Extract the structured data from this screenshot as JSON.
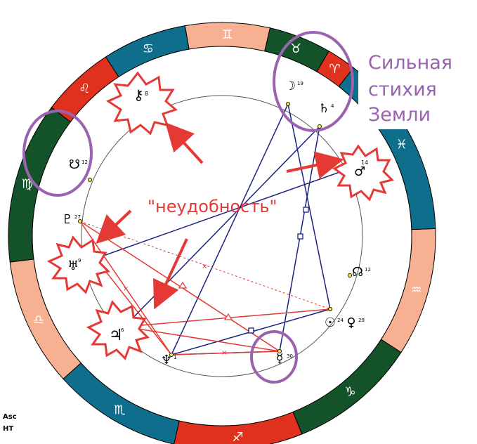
{
  "annotations": {
    "discomfort_label": "\"неудобность\"",
    "earth_note": [
      "Сильная",
      "стихия",
      "Земли"
    ]
  },
  "footer": {
    "asc": "Asc",
    "ht": "HT"
  },
  "zodiac_ring": [
    {
      "sign": "aries",
      "glyph": "♈",
      "color": "#e0301e",
      "start_deg": 52
    },
    {
      "sign": "pisces",
      "glyph": "♓",
      "color": "#0f6e8c",
      "start_deg": 2
    },
    {
      "sign": "aquarius",
      "glyph": "♒",
      "color": "#f7b092",
      "start_deg": -33
    },
    {
      "sign": "capricorn",
      "glyph": "♑",
      "color": "#14522a",
      "start_deg": -68
    },
    {
      "sign": "sagittarius",
      "glyph": "♐",
      "color": "#e0301e",
      "start_deg": -103
    },
    {
      "sign": "scorpio",
      "glyph": "♏",
      "color": "#0f6e8c",
      "start_deg": -138
    },
    {
      "sign": "libra",
      "glyph": "♎",
      "color": "#f7b092",
      "start_deg": -173
    },
    {
      "sign": "virgo",
      "glyph": "♍",
      "color": "#14522a",
      "start_deg": 143
    },
    {
      "sign": "leo",
      "glyph": "♌",
      "color": "#e0301e",
      "start_deg": 123
    },
    {
      "sign": "cancer",
      "glyph": "♋",
      "color": "#0f6e8c",
      "start_deg": 100
    },
    {
      "sign": "gemini",
      "glyph": "♊",
      "color": "#f7b092",
      "start_deg": 77
    },
    {
      "sign": "taurus",
      "glyph": "♉",
      "color": "#14522a",
      "start_deg": 60
    }
  ],
  "planets": [
    {
      "id": "moon",
      "glyph": "☽",
      "degree": "19",
      "color": "#000000",
      "ring": [
        410,
        148
      ],
      "label": [
        413,
        128
      ]
    },
    {
      "id": "saturn",
      "glyph": "♄",
      "degree": "4",
      "color": "#000000",
      "ring": [
        455,
        180
      ],
      "label": [
        461,
        160
      ]
    },
    {
      "id": "mars",
      "glyph": "♂",
      "degree": "14",
      "color": "#000000",
      "ring": [
        492,
        242
      ],
      "label": [
        503,
        238
      ]
    },
    {
      "id": "node-south",
      "glyph": "☊",
      "degree": "12",
      "color": "#000000",
      "ring": [
        498,
        392
      ],
      "label": [
        509,
        393
      ]
    },
    {
      "id": "sun",
      "glyph": "☉",
      "degree": "24",
      "color": "#000000",
      "ring": [
        470,
        440
      ],
      "label": [
        470,
        465
      ]
    },
    {
      "id": "venus",
      "glyph": "♀",
      "degree": "29",
      "color": "#000000",
      "ring": [
        470,
        440
      ],
      "label": [
        500,
        465
      ]
    },
    {
      "id": "mercury",
      "glyph": "☿",
      "degree": "30",
      "color": "#000000",
      "ring": [
        398,
        500
      ],
      "label": [
        398,
        516
      ]
    },
    {
      "id": "neptune",
      "glyph": "♆",
      "degree": "1",
      "color": "#000000",
      "ring": [
        244,
        505
      ],
      "label": [
        237,
        518
      ]
    },
    {
      "id": "jupiter",
      "glyph": "♃",
      "degree": "6",
      "color": "#000000",
      "ring": [
        177,
        465
      ],
      "label": [
        160,
        463
      ]
    },
    {
      "id": "uranus",
      "glyph": "♅",
      "degree": "9",
      "color": "#000000",
      "ring": [
        136,
        368
      ],
      "label": [
        104,
        373
      ]
    },
    {
      "id": "pluto",
      "glyph": "♇",
      "degree": "27",
      "color": "#000000",
      "ring": [
        114,
        315
      ],
      "label": [
        96,
        318
      ]
    },
    {
      "id": "node-north",
      "glyph": "☋",
      "degree": "12",
      "color": "#000000",
      "ring": [
        128,
        256
      ],
      "label": [
        106,
        240
      ]
    },
    {
      "id": "chiron",
      "glyph": "⚷",
      "degree": "8",
      "color": "#000000",
      "ring": [
        206,
        148
      ],
      "label": [
        196,
        132
      ]
    }
  ],
  "aspects": {
    "blue": "#1a237e",
    "red": "#e53935"
  }
}
